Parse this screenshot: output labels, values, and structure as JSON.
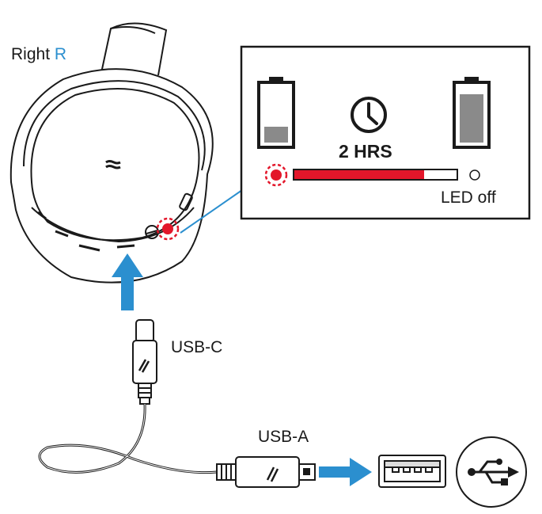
{
  "labels": {
    "side_text": "Right",
    "side_letter": "R",
    "duration": "2 HRS",
    "led_status": "LED off",
    "usb_c": "USB-C",
    "usb_a": "USB-A"
  },
  "colors": {
    "accent_blue": "#2b8fcf",
    "led_red": "#e3162a",
    "outline": "#1a1a1a",
    "battery_fill": "#8a8a8a"
  },
  "charging": {
    "progress_fraction": 0.8,
    "battery_start_level": 0.3,
    "battery_end_level": 0.9
  },
  "icons": [
    "clock-icon",
    "battery-low-icon",
    "battery-full-icon",
    "usb-symbol-icon",
    "sennheiser-logo-icon"
  ]
}
